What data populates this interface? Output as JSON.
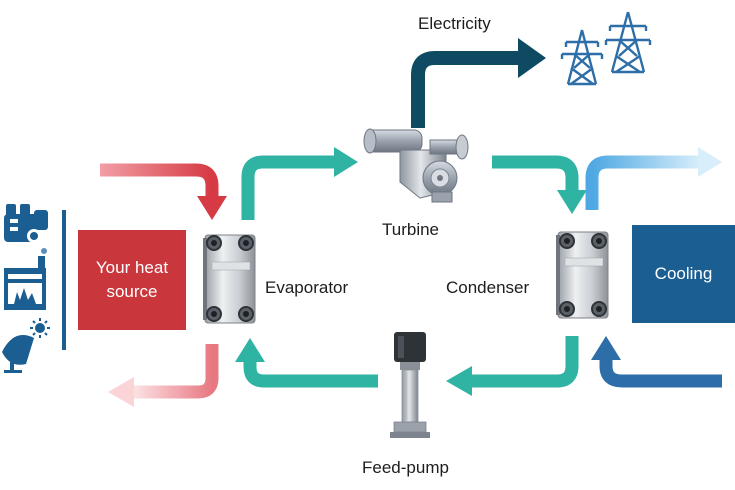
{
  "diagram": {
    "nodes": {
      "heat_source": {
        "label_line1": "Your heat",
        "label_line2": "source"
      },
      "cooling": {
        "label": "Cooling"
      },
      "evaporator": {
        "label": "Evaporator"
      },
      "turbine": {
        "label": "Turbine"
      },
      "condenser": {
        "label": "Condenser"
      },
      "feed_pump": {
        "label": "Feed-pump"
      },
      "electricity": {
        "label": "Electricity"
      }
    },
    "heat_source_icons": [
      "engine-icon",
      "factory-furnace-icon",
      "solar-collector-icon"
    ],
    "output_icon": "power-pylon-icon",
    "colors": {
      "hot": "#c9363c",
      "hot_return": "#f3b3b8",
      "working_fluid": "#2fb3a3",
      "electricity": "#0f4a63",
      "cooling_box": "#1b5e92",
      "cooling_in": "#2d6ea8",
      "cooling_out": "#9fd3f3",
      "pylon": "#2d6ea8"
    },
    "flows": [
      "heat-source-to-evaporator",
      "evaporator-to-heat-return",
      "evaporator-to-turbine",
      "turbine-to-electricity",
      "turbine-to-condenser",
      "condenser-to-feed-pump",
      "feed-pump-to-evaporator",
      "cooling-to-condenser",
      "condenser-to-cooling-out"
    ]
  }
}
